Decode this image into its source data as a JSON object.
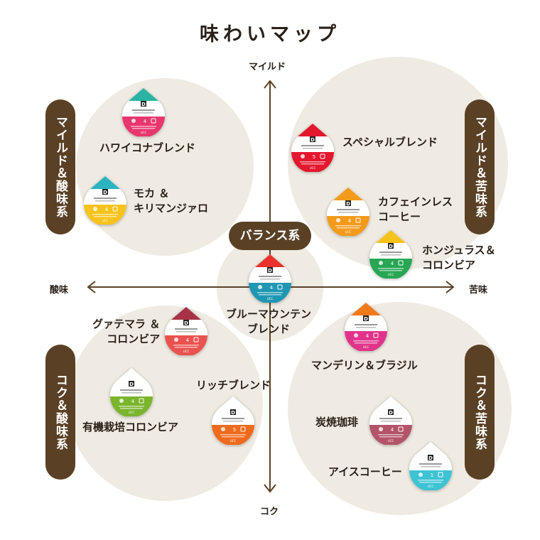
{
  "title": "味わいマップ",
  "axes": {
    "top": "マイルド",
    "bottom": "コク",
    "left": "酸味",
    "right": "苦味"
  },
  "groups": {
    "top_left": "マイルド＆酸味系",
    "top_right": "マイルド＆苦味系",
    "bottom_left": "コク＆酸味系",
    "bottom_right": "コク＆苦味系",
    "center": "バランス系"
  },
  "products": [
    {
      "name": "ハワイコナブレンド",
      "strength": "4",
      "top": "#2bb3a3",
      "bottom": "#e8366e"
    },
    {
      "name": "モカ ＆\nキリマンジァロ",
      "strength": "4",
      "top": "#2bb3c0",
      "bottom": "#f6c31c"
    },
    {
      "name": "スペシャルブレンド",
      "strength": "5",
      "top": "#e3172d",
      "bottom": "#e3172d"
    },
    {
      "name": "カフェインレス\nコーヒー",
      "strength": "4",
      "top": "#f39a1b",
      "bottom": "#f39a1b"
    },
    {
      "name": "ホンジュラス＆\nコロンビア",
      "strength": "4",
      "top": "#f6c31c",
      "bottom": "#27a653"
    },
    {
      "name": "ブルーマウンテン\nブレンド",
      "strength": "4",
      "top": "#e8322b",
      "bottom": "#1f97b3"
    },
    {
      "name": "グァテマラ ＆\nコロンビア",
      "strength": "4",
      "top": "#a83245",
      "bottom": "#e9524f"
    },
    {
      "name": "有機栽培コロンビア",
      "strength": "4",
      "top": "#ffffff",
      "bottom": "#7ab52d"
    },
    {
      "name": "リッチブレンド",
      "strength": "5",
      "top": "#ffffff",
      "bottom": "#ee6a1c"
    },
    {
      "name": "マンデリン＆ブラジル",
      "strength": "4",
      "top": "#ee7a1c",
      "bottom": "#e2338a"
    },
    {
      "name": "炭焼珈琲",
      "strength": "4",
      "top": "#ffffff",
      "bottom": "#b35468"
    },
    {
      "name": "アイスコーヒー",
      "strength": "1",
      "top": "#ffffff",
      "bottom": "#3cc3d4"
    }
  ]
}
